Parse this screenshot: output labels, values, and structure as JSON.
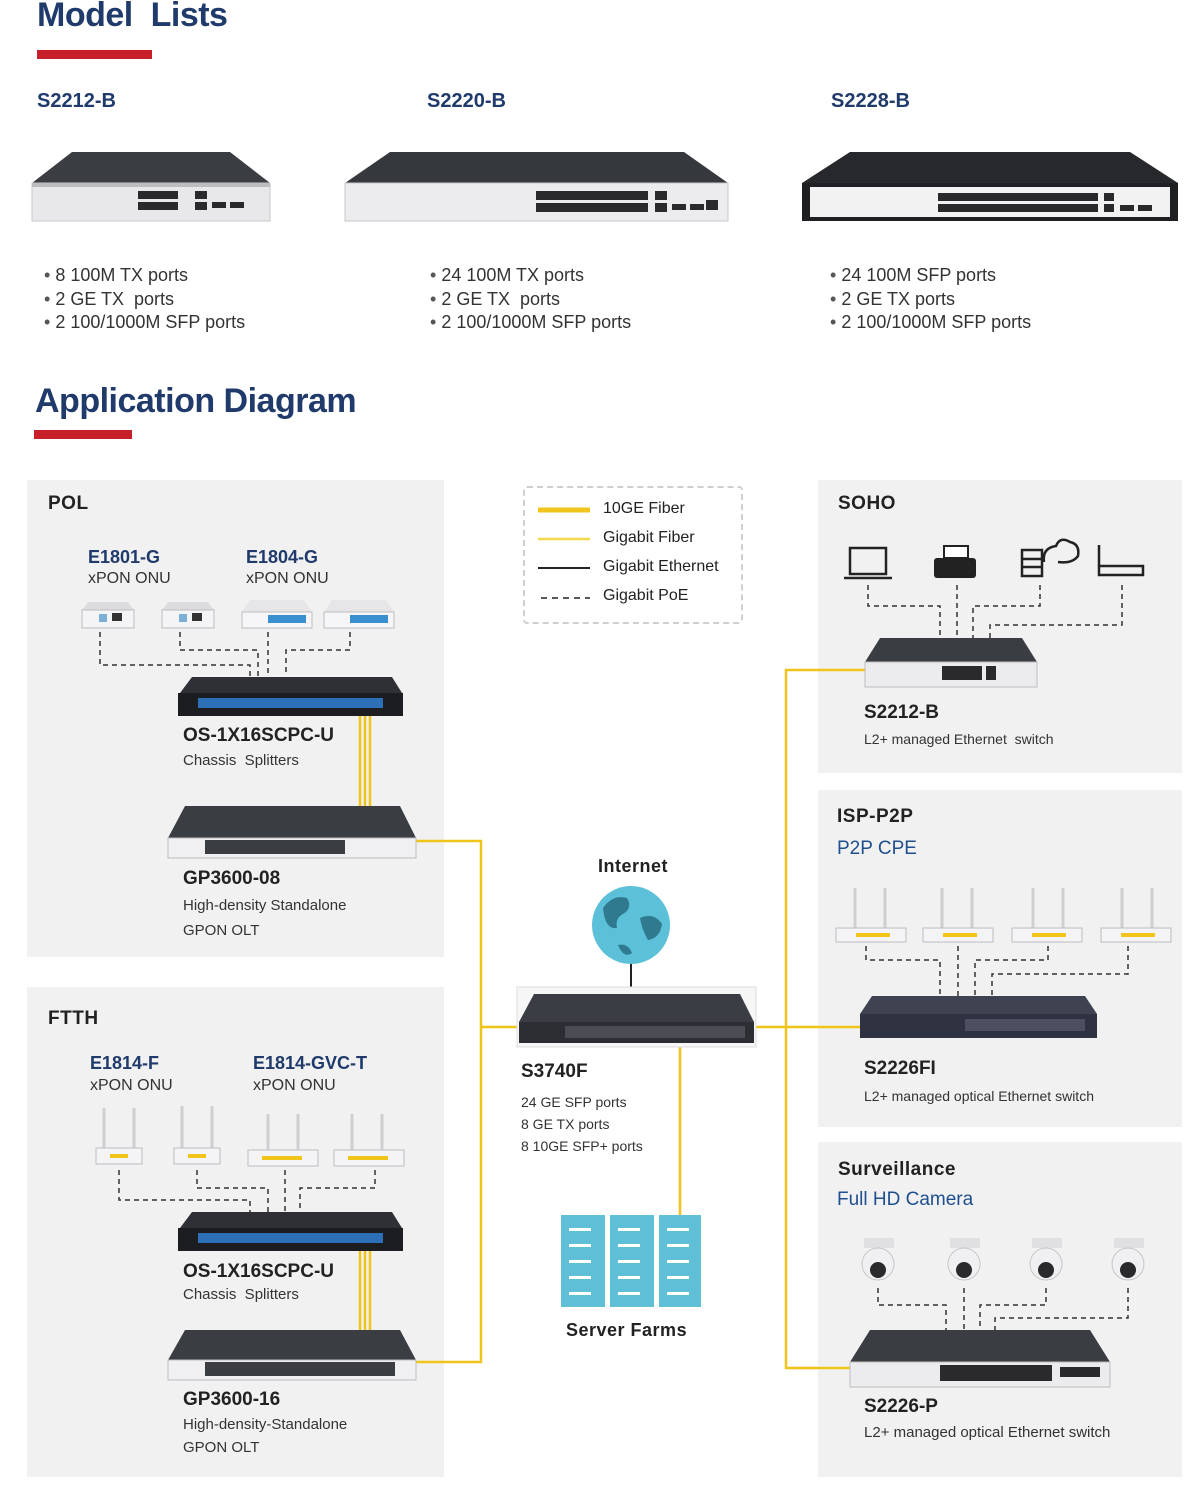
{
  "model_lists": {
    "title": "Model  Lists",
    "models": [
      {
        "name": "S2212-B",
        "features": [
          "8 100M TX ports",
          "2 GE TX  ports",
          "2 100/1000M SFP ports"
        ]
      },
      {
        "name": "S2220-B",
        "features": [
          "24 100M TX ports",
          "2 GE TX  ports",
          "2 100/1000M SFP ports"
        ]
      },
      {
        "name": "S2228-B",
        "features": [
          "24 100M SFP ports",
          "2 GE TX ports",
          "2 100/1000M SFP ports"
        ]
      }
    ]
  },
  "application_diagram": {
    "title": "Application Diagram",
    "legend": {
      "fiber_10ge": "10GE Fiber",
      "fiber_gigabit": "Gigabit Fiber",
      "ethernet": "Gigabit Ethernet",
      "poe": "Gigabit PoE"
    },
    "pol": {
      "title": "POL",
      "onu1": {
        "name": "E1801-G",
        "sub": "xPON ONU"
      },
      "onu2": {
        "name": "E1804-G",
        "sub": "xPON ONU"
      },
      "splitter": {
        "name": "OS-1X16SCPC-U",
        "sub": "Chassis  Splitters"
      },
      "olt": {
        "name": "GP3600-08",
        "sub1": "High-density Standalone",
        "sub2": "GPON OLT"
      }
    },
    "ftth": {
      "title": "FTTH",
      "onu1": {
        "name": "E1814-F",
        "sub": "xPON ONU"
      },
      "onu2": {
        "name": "E1814-GVC-T",
        "sub": "xPON ONU"
      },
      "splitter": {
        "name": "OS-1X16SCPC-U",
        "sub": "Chassis  Splitters"
      },
      "olt": {
        "name": "GP3600-16",
        "sub1": "High-density-Standalone",
        "sub2": "GPON OLT"
      }
    },
    "core": {
      "internet": "Internet",
      "switch": {
        "name": "S3740F",
        "ports": [
          "24 GE SFP ports",
          "8 GE TX ports",
          "8 10GE SFP+ ports"
        ]
      },
      "server_farms": "Server Farms"
    },
    "soho": {
      "title": "SOHO",
      "switch": {
        "name": "S2212-B",
        "sub": "L2+ managed Ethernet  switch"
      }
    },
    "isp": {
      "title": "ISP-P2P",
      "subtitle": "P2P CPE",
      "switch": {
        "name": "S2226FI",
        "sub": "L2+ managed optical Ethernet switch"
      }
    },
    "surveillance": {
      "title": "Surveillance",
      "subtitle": "Full HD Camera",
      "switch": {
        "name": "S2226-P",
        "sub": "L2+ managed optical Ethernet switch"
      }
    },
    "colors": {
      "fiber": "#f0c419",
      "fiber_light": "#f5d94f",
      "title": "#1f3a6b",
      "red": "#c8202b",
      "globe": "#5bc0d8",
      "server": "#5fbfd6"
    }
  }
}
